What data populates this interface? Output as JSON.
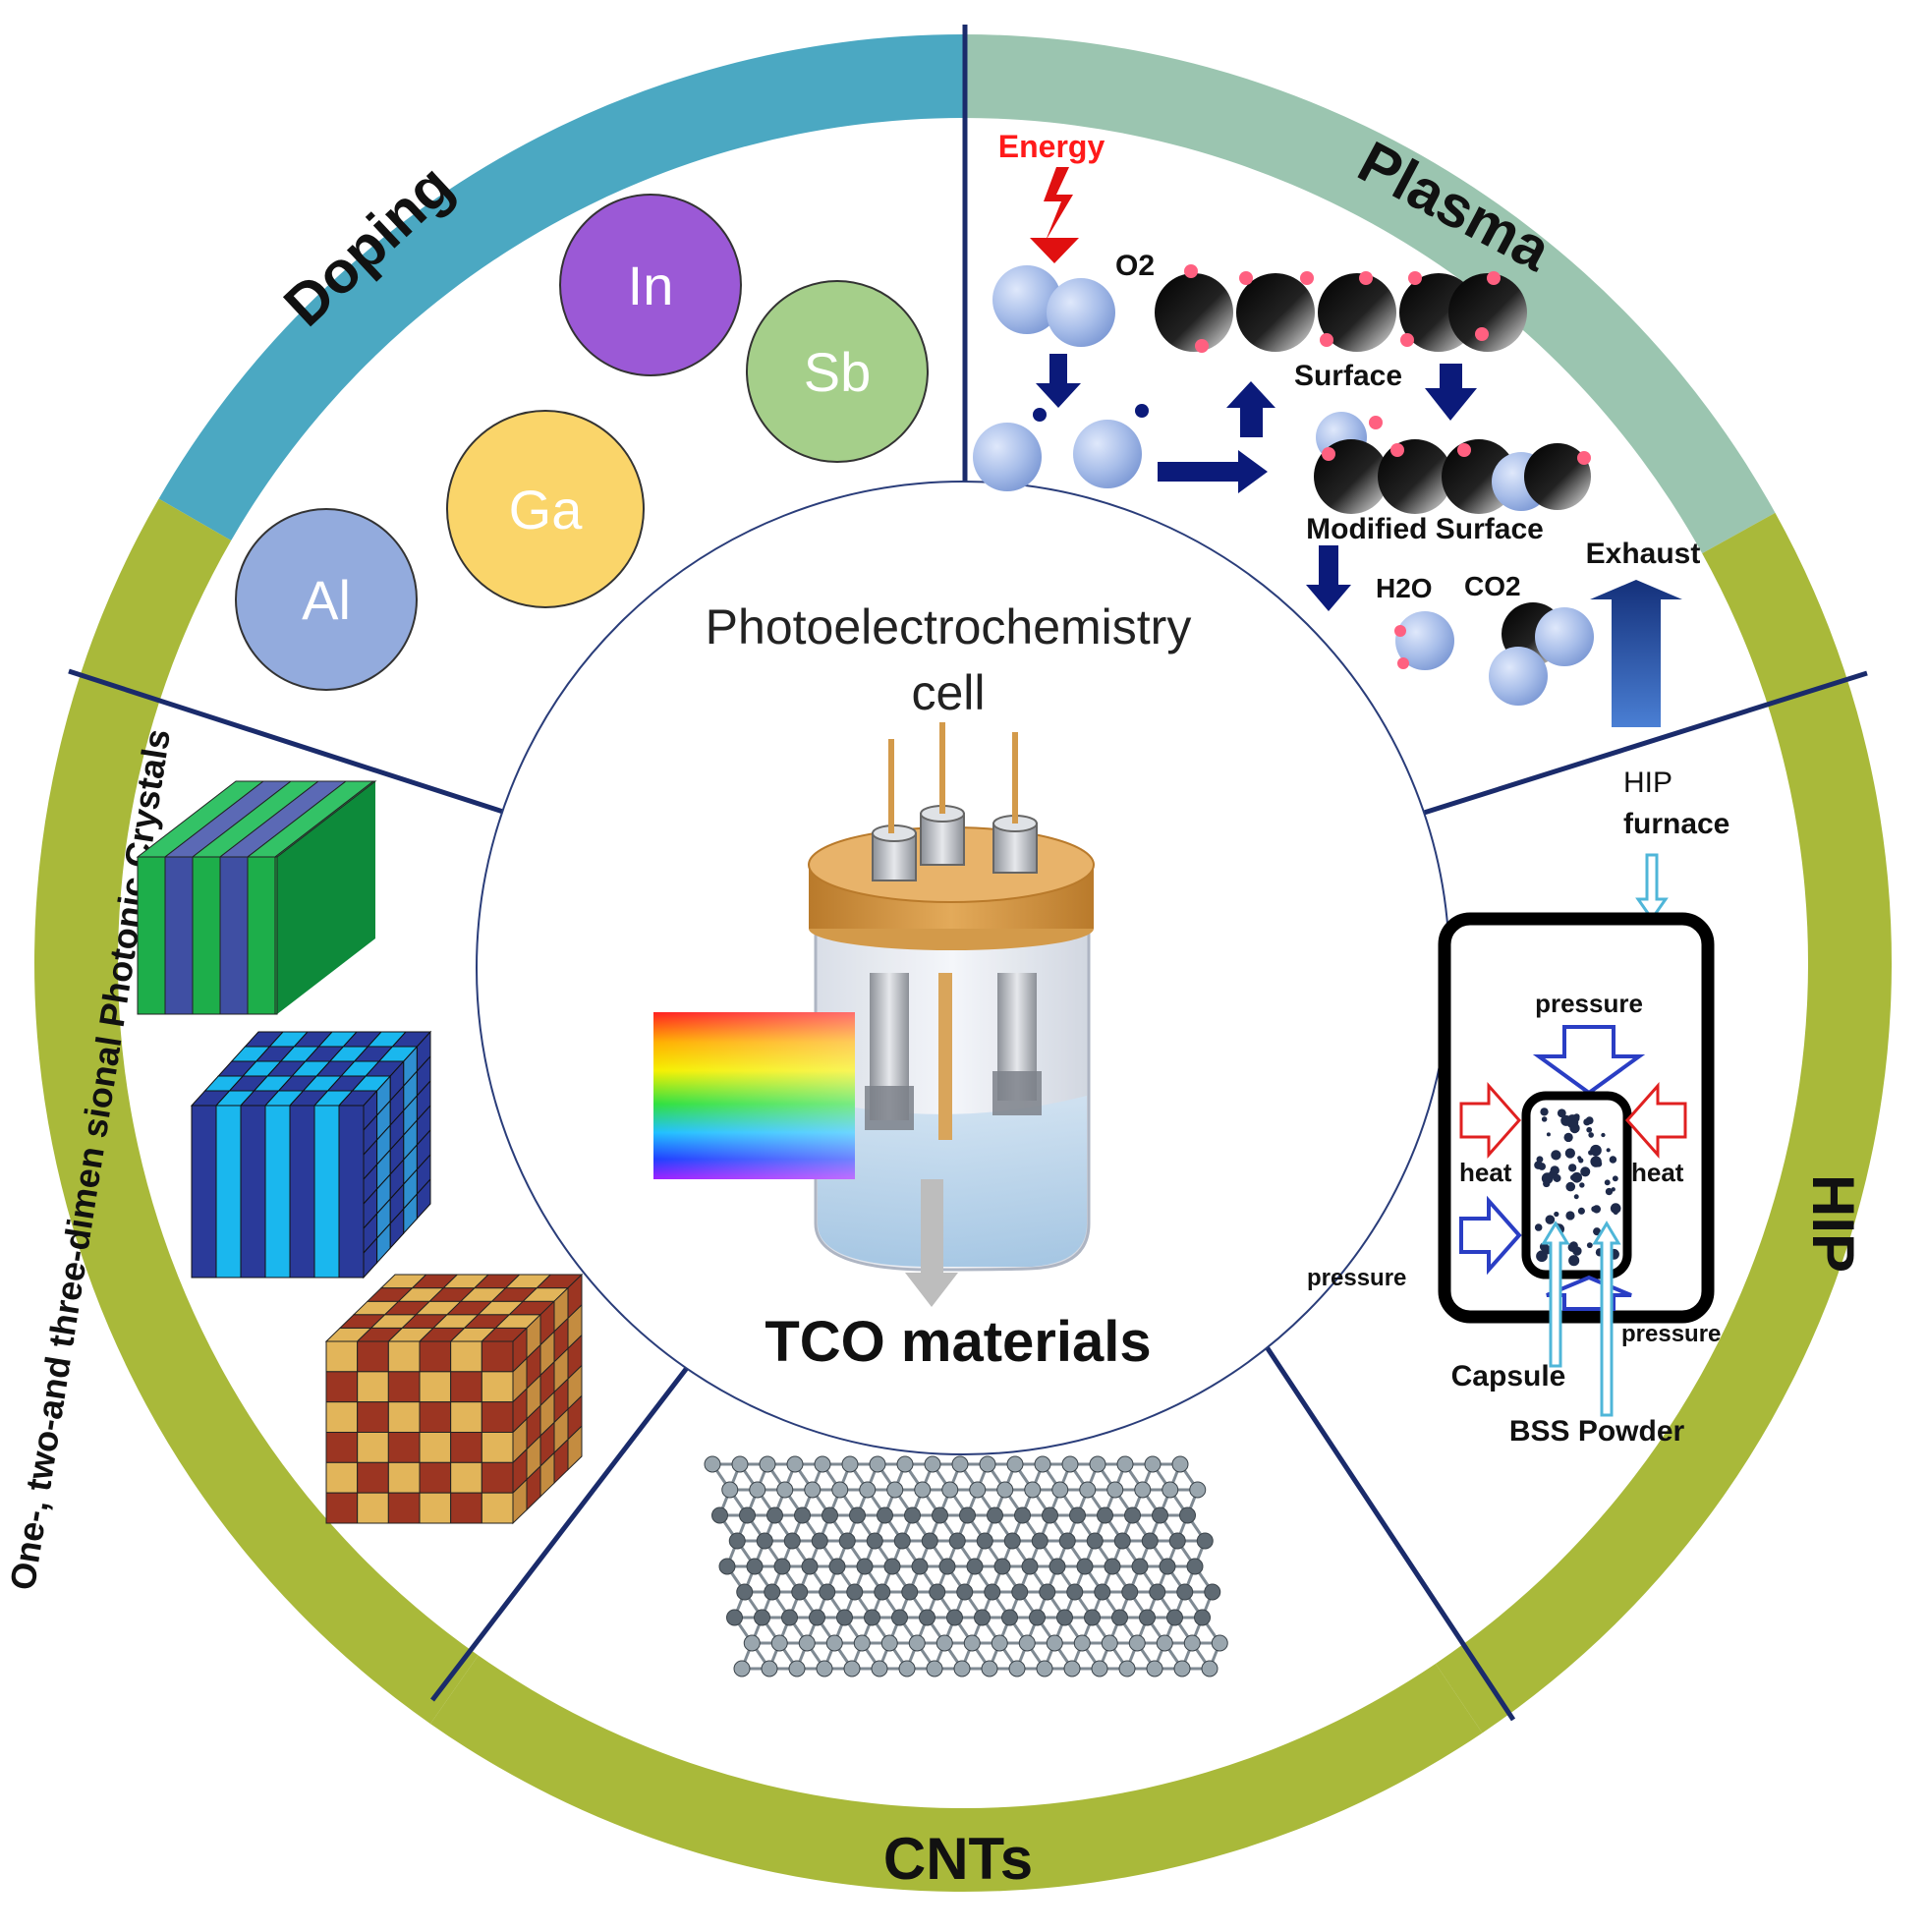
{
  "colors": {
    "doping": "#4BA8C2",
    "plasma": "#9BC5B0",
    "hip": "#A9B93A",
    "cnts": "#A9B93A",
    "photonic": "#A9B93A",
    "divider": "#1a2b6b",
    "arrow_dark": "#0B1A7A"
  },
  "segments": {
    "doping": "Doping",
    "plasma": "Plasma",
    "hip": "HIP",
    "cnts": "CNTs",
    "photonic": "One-, two-and three-dimen sional Photonic Crystals"
  },
  "center": {
    "title_line1": "Photoelectrochemistry",
    "title_line2": "cell",
    "subtitle": "TCO materials"
  },
  "doping": {
    "atoms": [
      {
        "label": "In",
        "color": "#9B59D6"
      },
      {
        "label": "Sb",
        "color": "#A5CF8A"
      },
      {
        "label": "Ga",
        "color": "#FAD56A"
      },
      {
        "label": "Al",
        "color": "#93ABDD"
      }
    ]
  },
  "plasma": {
    "energy": "Energy",
    "o2": "O2",
    "surface": "Surface",
    "modified_surface": "Modified Surface",
    "exhaust": "Exhaust",
    "h2o": "H2O",
    "co2": "CO2"
  },
  "hip": {
    "furnace_line1": "HIP",
    "furnace_line2": "furnace",
    "pressure_top": "pressure",
    "heat_left": "heat",
    "heat_right": "heat",
    "pressure_left": "pressure",
    "pressure_bottom": "pressure",
    "capsule": "Capsule",
    "powder": "BSS Powder"
  }
}
